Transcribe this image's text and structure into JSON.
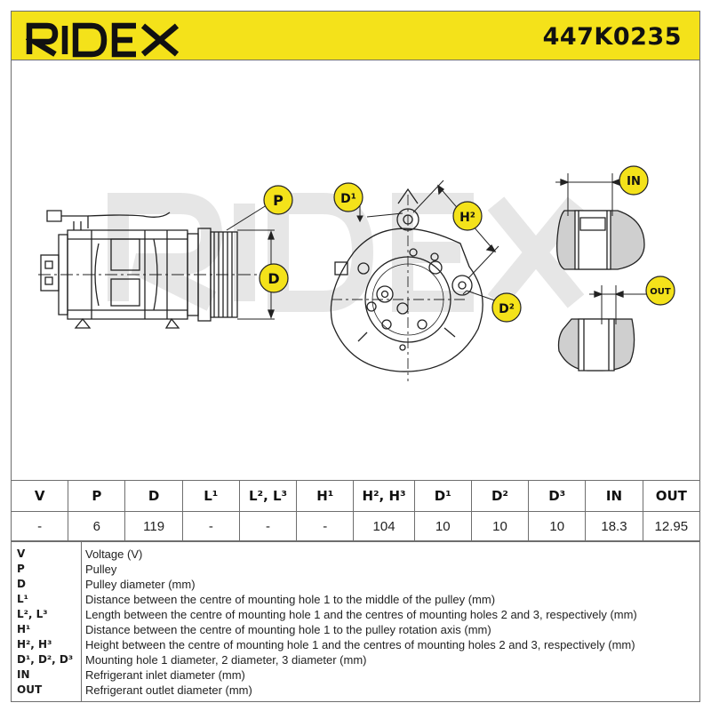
{
  "header": {
    "brand": "RIDEX",
    "part_number": "447K0235"
  },
  "drawing": {
    "callouts": {
      "p": "P",
      "d": "D",
      "d1": "D¹",
      "h2": "H²",
      "d2": "D²",
      "in": "IN",
      "out": "OUT"
    }
  },
  "spec_table": {
    "headers": [
      "V",
      "P",
      "D",
      "L¹",
      "L², L³",
      "H¹",
      "H², H³",
      "D¹",
      "D²",
      "D³",
      "IN",
      "OUT"
    ],
    "values": [
      "-",
      "6",
      "119",
      "-",
      "-",
      "-",
      "104",
      "10",
      "10",
      "10",
      "18.3",
      "12.95"
    ]
  },
  "legend": [
    {
      "abbr": "V",
      "desc": "Voltage (V)"
    },
    {
      "abbr": "P",
      "desc": "Pulley"
    },
    {
      "abbr": "D",
      "desc": "Pulley diameter (mm)"
    },
    {
      "abbr": "L¹",
      "desc": "Distance between the centre of mounting hole 1 to the middle of the pulley (mm)"
    },
    {
      "abbr": "L², L³",
      "desc": "Length between the centre of mounting hole 1 and the centres of mounting holes 2 and 3, respectively (mm)"
    },
    {
      "abbr": "H¹",
      "desc": "Distance between the centre of mounting hole 1 to the pulley rotation axis (mm)"
    },
    {
      "abbr": "H², H³",
      "desc": "Height between the centre of mounting hole 1 and the centres of mounting holes 2 and 3, respectively (mm)"
    },
    {
      "abbr": "D¹, D², D³",
      "desc": "Mounting hole 1 diameter, 2 diameter, 3 diameter (mm)"
    },
    {
      "abbr": "IN",
      "desc": "Refrigerant inlet diameter (mm)"
    },
    {
      "abbr": "OUT",
      "desc": "Refrigerant outlet diameter (mm)"
    }
  ],
  "colors": {
    "brand_yellow": "#f4e21a",
    "outline": "#6e6e6e",
    "ink": "#1a1a1a"
  }
}
